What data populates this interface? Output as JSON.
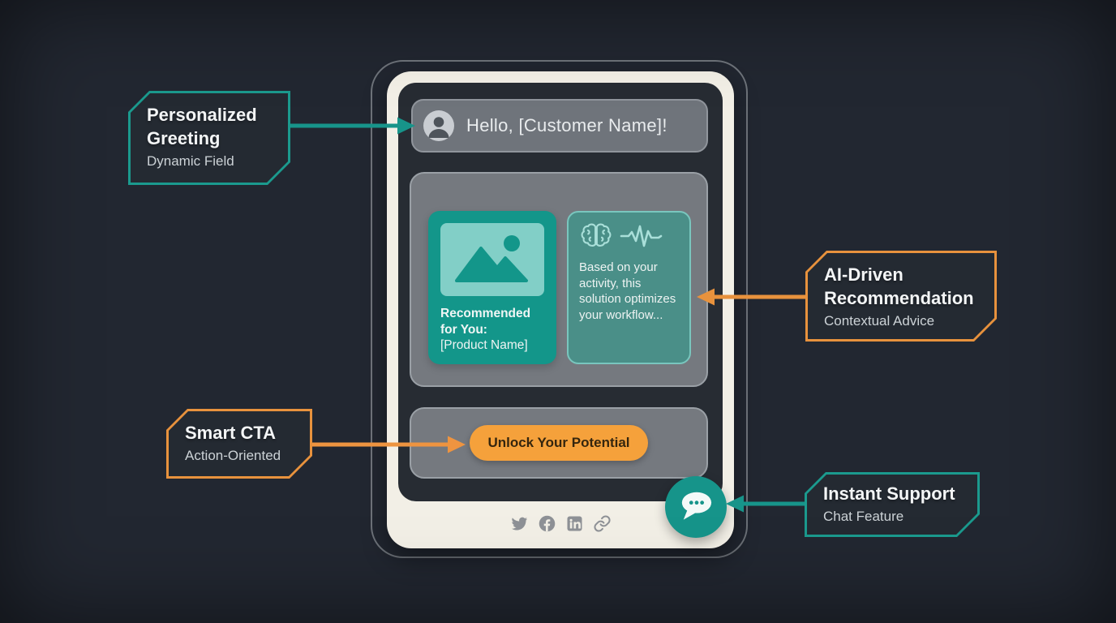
{
  "colors": {
    "background": "#222731",
    "teal_accent": "#1b9a8e",
    "orange_accent": "#e8923d",
    "device_cream": "#f2efe6",
    "screen_dark": "#272c33",
    "card_gray": "#75797f",
    "teal_card": "#13968a",
    "cta_orange": "#f5a13b"
  },
  "callouts": {
    "personalized_greeting": {
      "title1": "Personalized",
      "title2": "Greeting",
      "subtitle": "Dynamic Field",
      "accent": "#1b9a8e"
    },
    "ai_recommendation": {
      "title1": "AI-Driven",
      "title2": "Recommendation",
      "subtitle": "Contextual Advice",
      "accent": "#e8923d"
    },
    "smart_cta": {
      "title": "Smart CTA",
      "subtitle": "Action-Oriented",
      "accent": "#e8923d"
    },
    "instant_support": {
      "title": "Instant Support",
      "subtitle": "Chat Feature",
      "accent": "#1b9a8e"
    }
  },
  "device": {
    "greeting_bar": {
      "text": "Hello, [Customer Name]!",
      "icon": "user-avatar-icon"
    },
    "recommendation_card": {
      "heading": "Recommended for You:",
      "product": "[Product Name]",
      "icon": "image-placeholder-icon"
    },
    "ai_card": {
      "body": "Based on your activity, this solution optimizes your workflow...",
      "icons": [
        "brain-icon",
        "waveform-icon"
      ]
    },
    "cta_button": {
      "label": "Unlock Your Potential"
    },
    "social_icons": [
      "twitter-icon",
      "facebook-icon",
      "linkedin-icon",
      "link-icon"
    ],
    "chat_fab": {
      "icon": "chat-bubble-icon"
    }
  }
}
